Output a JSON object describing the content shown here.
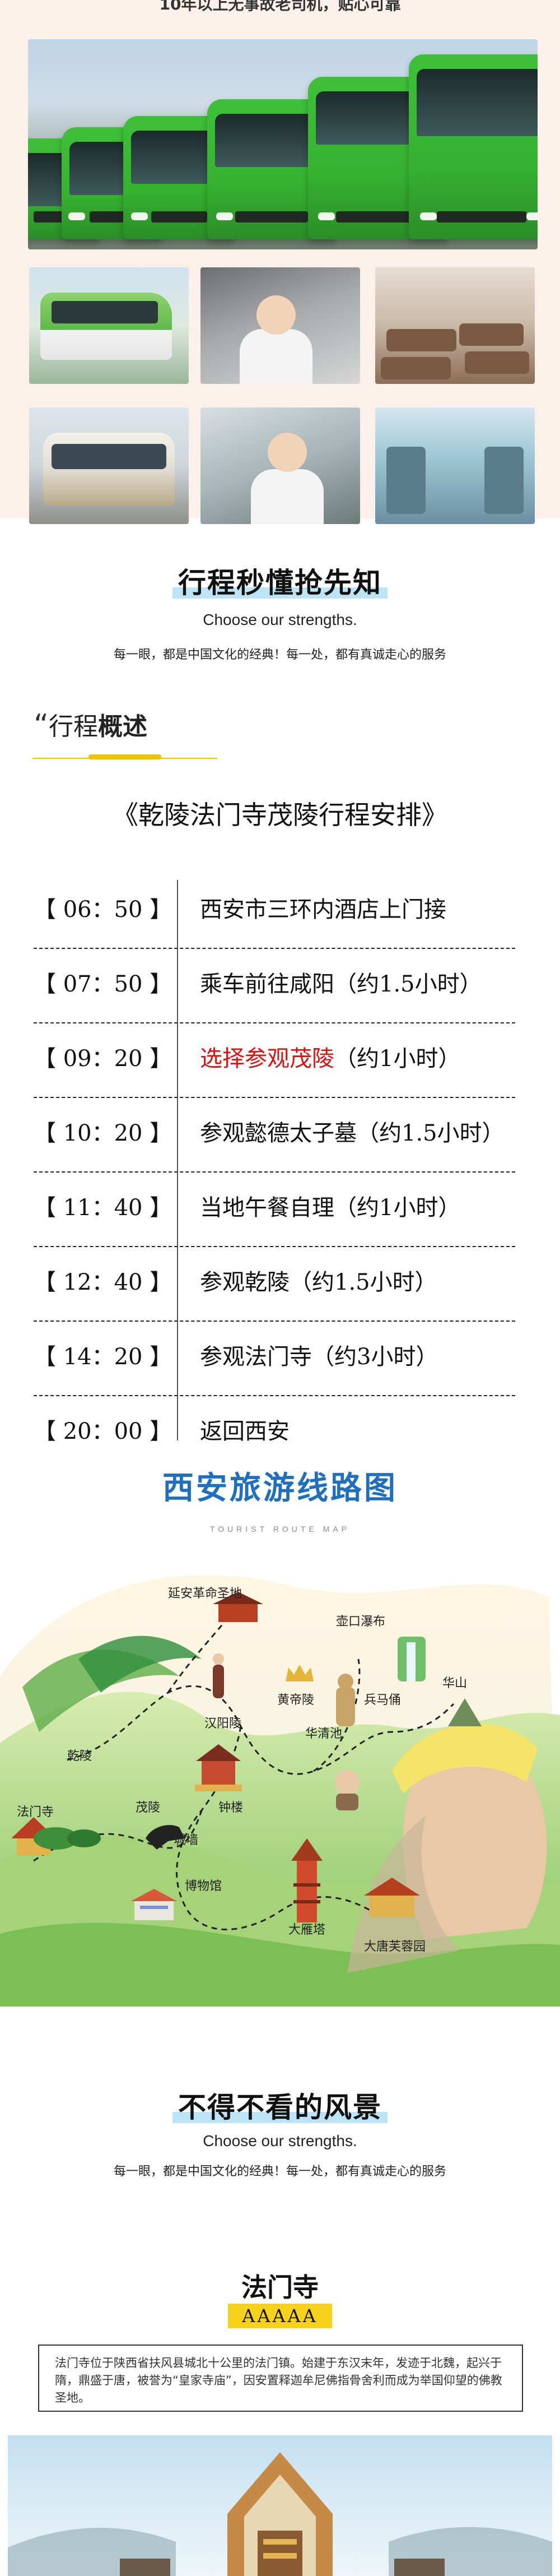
{
  "top": {
    "tagline": "10年以上无事故老司机，贴心可靠",
    "photos": {
      "hero": "bus-fleet-photo",
      "thumbs": [
        "green-bus-photo",
        "driver-photo",
        "bus-interior-photo",
        "van-photo",
        "driver-photo-2",
        "bus-aisle-photo"
      ]
    }
  },
  "section1": {
    "title": "行程秒懂抢先知",
    "subtitle_en": "Choose our strengths.",
    "subtitle_cn": "每一眼，都是中国文化的经典！每一处，都有真诚走心的服务"
  },
  "overview": {
    "quote": "“",
    "label_a": "行程",
    "label_b": "概述",
    "route_title": "《乾陵法门寺茂陵行程安排》",
    "schedule": [
      {
        "time": "【 06：50 】",
        "desc": "西安市三环内酒店上门接",
        "highlight": ""
      },
      {
        "time": "【 07：50 】",
        "desc": "乘车前往咸阳（约1.5小时）",
        "highlight": ""
      },
      {
        "time": "【 09：20 】",
        "desc": "（约1小时）",
        "highlight": "选择参观茂陵"
      },
      {
        "time": "【 10：20 】",
        "desc": "参观懿德太子墓（约1.5小时）",
        "highlight": ""
      },
      {
        "time": "【 11：40 】",
        "desc": "当地午餐自理（约1小时）",
        "highlight": ""
      },
      {
        "time": "【 12：40 】",
        "desc": "参观乾陵（约1.5小时）",
        "highlight": ""
      },
      {
        "time": "【 14：20 】",
        "desc": "参观法门寺（约3小时）",
        "highlight": ""
      },
      {
        "time": "【 20：00 】",
        "desc": "返回西安",
        "highlight": ""
      }
    ]
  },
  "map": {
    "title": "西安旅游线路图",
    "subtitle": "TOURIST ROUTE MAP",
    "places": [
      "延安革命圣地",
      "壶口瀑布",
      "黄帝陵",
      "兵马俑",
      "华山",
      "汉阳陵",
      "华清池",
      "乾陵",
      "法门寺",
      "茂陵",
      "钟楼",
      "城墙",
      "博物馆",
      "大雁塔",
      "大唐芙蓉园"
    ]
  },
  "section2": {
    "title": "不得不看的风景",
    "subtitle_en": "Choose our strengths.",
    "subtitle_cn": "每一眼，都是中国文化的经典！每一处，都有真诚走心的服务"
  },
  "famen": {
    "name": "法门寺",
    "rating": "AAAAA",
    "desc": "法门寺位于陕西省扶风县城北十公里的法门镇。始建于东汉末年，发迹于北魏，起兴于隋，鼎盛于唐，被誉为“皇家寺庙”，因安置释迦牟尼佛指骨舍利而成为举国仰望的佛教圣地。"
  },
  "colors": {
    "bus_green": "#3fbf3a",
    "title_highlight": "#bde4f4",
    "accent_yellow": "#f2c200",
    "map_title_blue": "#1e6fbd",
    "highlight_red": "#e01010"
  }
}
